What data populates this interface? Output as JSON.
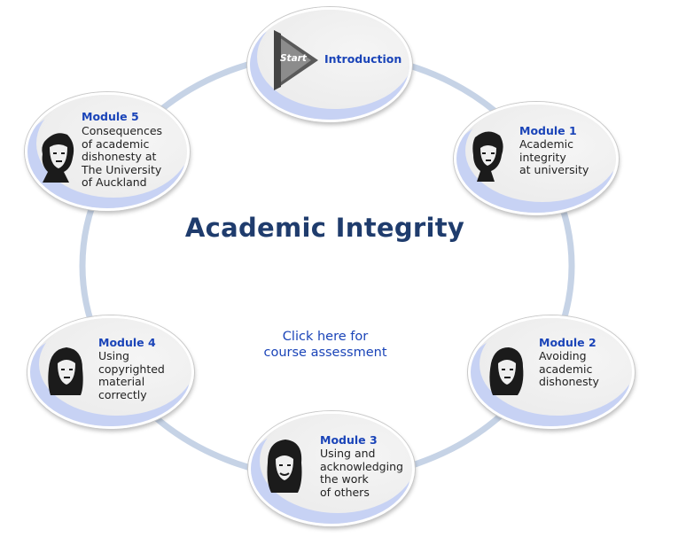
{
  "title": "Academic Integrity",
  "assessment_link": "Click here for\ncourse assessment",
  "intro": {
    "start_label": "Start",
    "title": "Introduction"
  },
  "modules": [
    {
      "title": "Module 1",
      "description": "Academic\nintegrity\nat university"
    },
    {
      "title": "Module 2",
      "description": "Avoiding\nacademic\ndishonesty"
    },
    {
      "title": "Module 3",
      "description": "Using and\nacknowledging\nthe work\nof others"
    },
    {
      "title": "Module 4",
      "description": "Using\ncopyrighted\nmaterial\ncorrectly"
    },
    {
      "title": "Module 5",
      "description": "Consequences\nof academic\ndishonesty at\nThe University\nof Auckland"
    }
  ],
  "colors": {
    "link_blue": "#1a44b8",
    "title_navy": "#1f3c6d",
    "ring": "#c6d3e6",
    "crescent": "#c7d2f4"
  }
}
